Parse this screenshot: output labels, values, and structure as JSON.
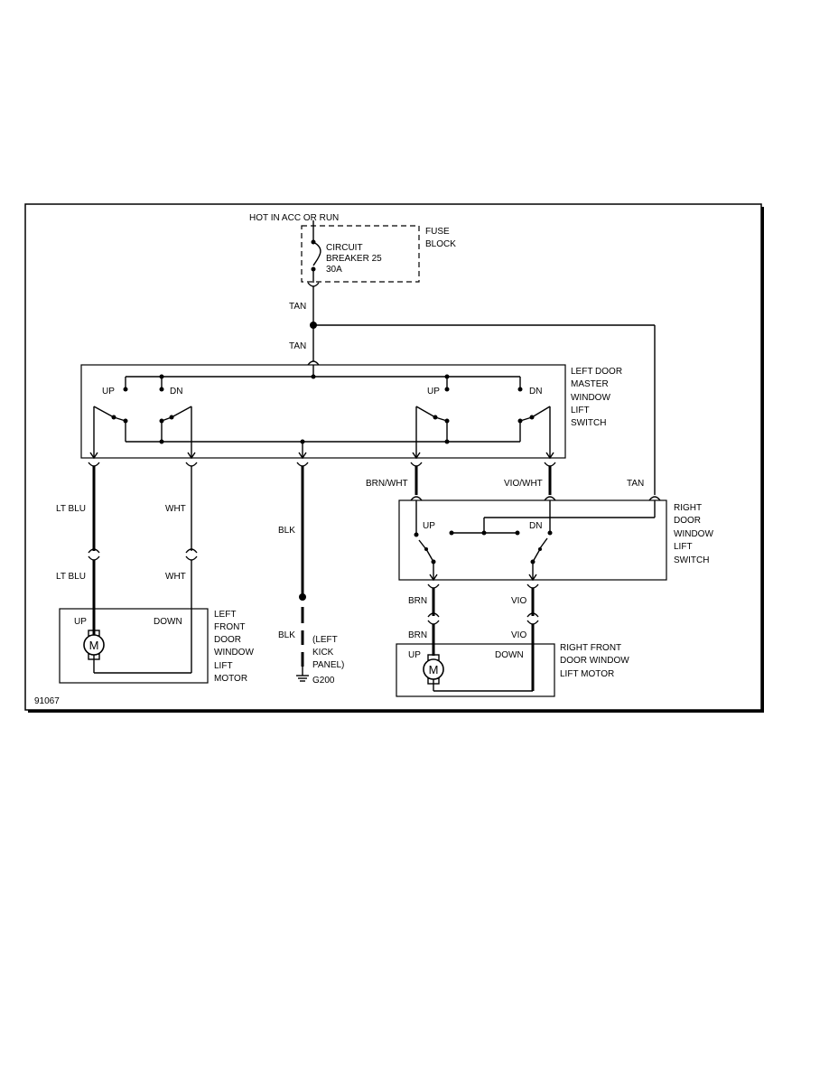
{
  "power": {
    "source": "HOT IN ACC OR RUN"
  },
  "fuse_block": {
    "label_1": "FUSE",
    "label_2": "BLOCK"
  },
  "breaker": {
    "line_1": "CIRCUIT",
    "line_2": "BREAKER 25",
    "line_3": "30A"
  },
  "wires": {
    "tan_1": "TAN",
    "tan_2": "TAN",
    "tan_3": "TAN",
    "lt_blu_1": "LT BLU",
    "lt_blu_2": "LT BLU",
    "wht_1": "WHT",
    "wht_2": "WHT",
    "blk_1": "BLK",
    "blk_2": "BLK",
    "brn_wht": "BRN/WHT",
    "vio_wht": "VIO/WHT",
    "brn_1": "BRN",
    "brn_2": "BRN",
    "vio_1": "VIO",
    "vio_2": "VIO"
  },
  "master_switch": {
    "line_1": "LEFT DOOR",
    "line_2": "MASTER",
    "line_3": "WINDOW",
    "line_4": "LIFT",
    "line_5": "SWITCH",
    "up_left": "UP",
    "dn_left": "DN",
    "up_right": "UP",
    "dn_right": "DN"
  },
  "right_switch": {
    "line_1": "RIGHT",
    "line_2": "DOOR",
    "line_3": "WINDOW",
    "line_4": "LIFT",
    "line_5": "SWITCH",
    "up": "UP",
    "dn": "DN"
  },
  "left_motor": {
    "up": "UP",
    "down": "DOWN",
    "symbol": "M",
    "line_1": "LEFT",
    "line_2": "FRONT",
    "line_3": "DOOR",
    "line_4": "WINDOW",
    "line_5": "LIFT",
    "line_6": "MOTOR"
  },
  "right_motor": {
    "up": "UP",
    "down": "DOWN",
    "symbol": "M",
    "line_1": "RIGHT FRONT",
    "line_2": "DOOR WINDOW",
    "line_3": "LIFT MOTOR"
  },
  "ground": {
    "line_1": "(LEFT",
    "line_2": "KICK",
    "line_3": "PANEL)",
    "id": "G200"
  },
  "figure_id": "91067"
}
